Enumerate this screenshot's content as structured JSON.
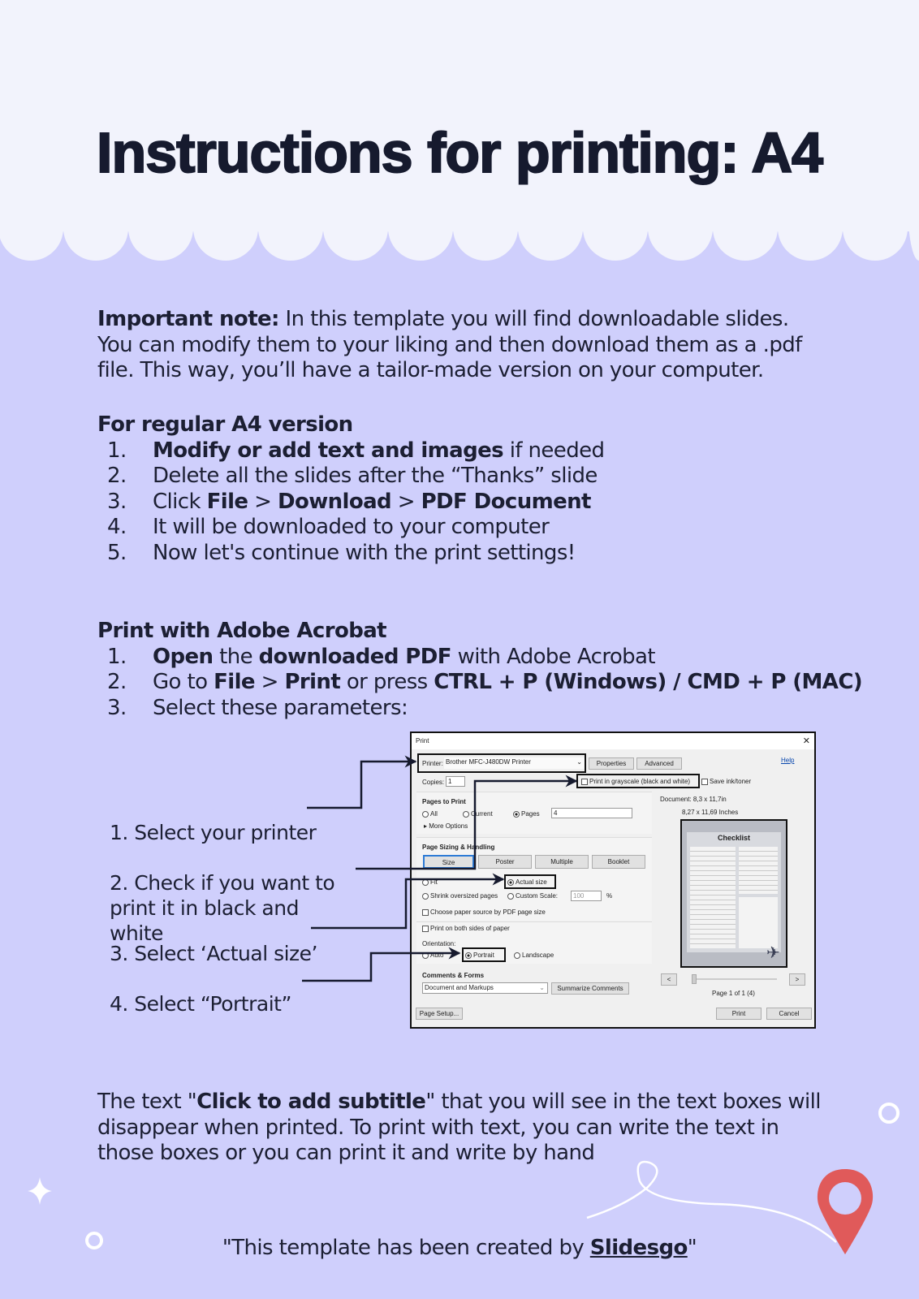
{
  "title": "Instructions for printing: A4",
  "note": [
    {
      "t": "Important note:",
      "b": true
    },
    {
      "t": " In this template you will find downloadable slides. You can modify them to your liking and then download them as a .pdf file. This way, you’ll have a tailor-made version on your computer.",
      "b": false
    }
  ],
  "regular": {
    "heading": "For regular A4 version",
    "items": [
      {
        "n": "1.",
        "s": [
          {
            "t": "Modify or add text and images",
            "b": true
          },
          {
            "t": " if needed",
            "b": false
          }
        ]
      },
      {
        "n": "2.",
        "s": [
          {
            "t": "Delete all the slides after the “Thanks” slide",
            "b": false
          }
        ]
      },
      {
        "n": "3.",
        "s": [
          {
            "t": "Click ",
            "b": false
          },
          {
            "t": "File",
            "b": true
          },
          {
            "t": " > ",
            "b": false
          },
          {
            "t": "Download",
            "b": true
          },
          {
            "t": " > ",
            "b": false
          },
          {
            "t": "PDF Document",
            "b": true
          }
        ]
      },
      {
        "n": "4.",
        "s": [
          {
            "t": "It will be downloaded to your computer",
            "b": false
          }
        ]
      },
      {
        "n": "5.",
        "s": [
          {
            "t": "Now let's continue with the print settings!",
            "b": false
          }
        ]
      }
    ]
  },
  "acrobat": {
    "heading": "Print with Adobe Acrobat",
    "items": [
      {
        "n": "1.",
        "s": [
          {
            "t": "Open",
            "b": true
          },
          {
            "t": " the ",
            "b": false
          },
          {
            "t": "downloaded PDF",
            "b": true
          },
          {
            "t": " with Adobe Acrobat",
            "b": false
          }
        ]
      },
      {
        "n": "2.",
        "s": [
          {
            "t": "Go to ",
            "b": false
          },
          {
            "t": "File",
            "b": true
          },
          {
            "t": " > ",
            "b": false
          },
          {
            "t": "Print",
            "b": true
          },
          {
            "t": " or press ",
            "b": false
          },
          {
            "t": "CTRL + P (Windows) / CMD + P (MAC)",
            "b": true
          }
        ]
      },
      {
        "n": "3.",
        "s": [
          {
            "t": "Select these parameters:",
            "b": false
          }
        ]
      }
    ]
  },
  "steps": [
    "1. Select your printer",
    "2. Check if you want to print it in black and white",
    "3. Select ‘Actual size’",
    "4. Select “Portrait”"
  ],
  "dialog": {
    "title": "Print",
    "close": "✕",
    "printer_label": "Printer:",
    "printer": "Brother MFC-J480DW Printer",
    "properties": "Properties",
    "advanced": "Advanced",
    "help": "Help",
    "copies_label": "Copies:",
    "copies": "1",
    "grayscale": "Print in grayscale (black and white)",
    "save_ink": "Save ink/toner",
    "pages_heading": "Pages to Print",
    "all": "All",
    "current": "Current",
    "pages": "Pages",
    "pages_value": "4",
    "more": "▸ More Options",
    "sizing_heading": "Page Sizing & Handling",
    "tabs": [
      "Size",
      "Poster",
      "Multiple",
      "Booklet"
    ],
    "fit": "Fit",
    "actual": "Actual size",
    "shrink": "Shrink oversized pages",
    "custom": "Custom Scale:",
    "scale": "100",
    "pct": "%",
    "paper_source": "Choose paper source by PDF page size",
    "both_sides": "Print on both sides of paper",
    "orientation": "Orientation:",
    "auto": "Auto",
    "portrait": "Portrait",
    "landscape": "Landscape",
    "comments_heading": "Comments & Forms",
    "comments": "Document and Markups",
    "summarize": "Summarize Comments",
    "doc_size": "Document: 8,3 x 11,7in",
    "paper_size": "8,27 x 11,69 Inches",
    "preview_title": "Checklist",
    "prev": "<",
    "next": ">",
    "page_info": "Page 1 of 1 (4)",
    "page_setup": "Page Setup...",
    "print": "Print",
    "cancel": "Cancel"
  },
  "footer_note": [
    {
      "t": "The text \"",
      "b": false
    },
    {
      "t": "Click to add subtitle",
      "b": true
    },
    {
      "t": "\" that you will see in the text boxes will disappear when printed. To print with text, you can write the text in those boxes or you can print it and write by hand",
      "b": false
    }
  ],
  "credit": [
    {
      "t": "\"This template has been created by ",
      "b": false
    },
    {
      "t": "Slidesgo",
      "b": true,
      "u": true
    },
    {
      "t": "\"",
      "b": false
    }
  ],
  "colors": {
    "top": "#f2f3fc",
    "background": "#cfcffc",
    "pin": "#e05a5a",
    "text": "#1c1f33"
  }
}
